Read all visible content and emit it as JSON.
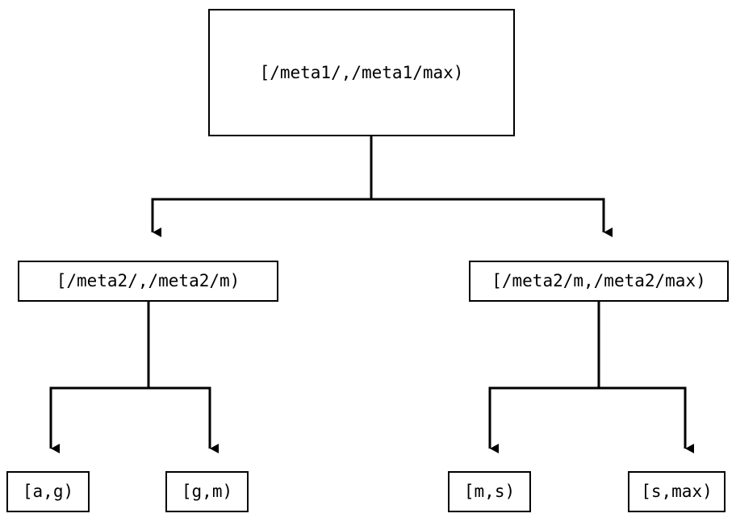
{
  "diagram": {
    "type": "tree",
    "orientation": "top-down",
    "background_color": "#ffffff",
    "stroke_color": "#000000",
    "text_color": "#000000",
    "nodes": {
      "root": {
        "label": "[/meta1/,/meta1/max)"
      },
      "meta2_low": {
        "label": "[/meta2/,/meta2/m)"
      },
      "meta2_high": {
        "label": "[/meta2/m,/meta2/max)"
      },
      "leaf_ag": {
        "label": "[a,g)"
      },
      "leaf_gm": {
        "label": "[g,m)"
      },
      "leaf_ms": {
        "label": "[m,s)"
      },
      "leaf_smax": {
        "label": "[s,max)"
      }
    },
    "edges": [
      {
        "from": "root",
        "to": "meta2_low",
        "arrow": "triangle-down"
      },
      {
        "from": "root",
        "to": "meta2_high",
        "arrow": "triangle-down"
      },
      {
        "from": "meta2_low",
        "to": "leaf_ag",
        "arrow": "triangle-down"
      },
      {
        "from": "meta2_low",
        "to": "leaf_gm",
        "arrow": "triangle-down"
      },
      {
        "from": "meta2_high",
        "to": "leaf_ms",
        "arrow": "triangle-down"
      },
      {
        "from": "meta2_high",
        "to": "leaf_smax",
        "arrow": "triangle-down"
      }
    ]
  }
}
